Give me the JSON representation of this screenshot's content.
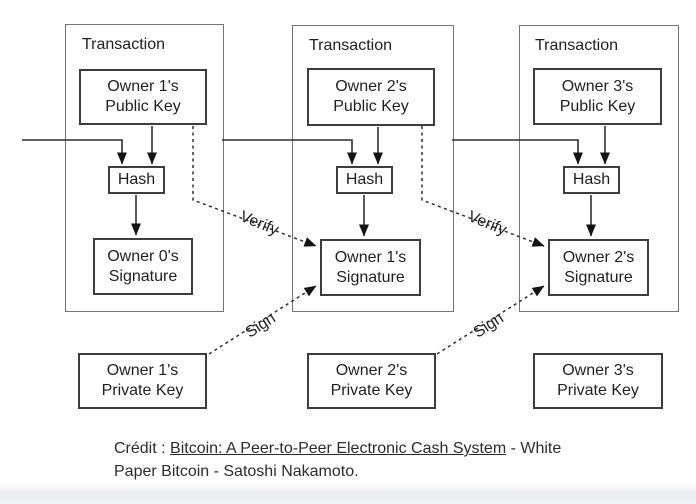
{
  "transactions": [
    {
      "label": "Transaction",
      "public_key": "Owner 1's\nPublic Key",
      "hash": "Hash",
      "signature": "Owner 0's\nSignature"
    },
    {
      "label": "Transaction",
      "public_key": "Owner 2's\nPublic Key",
      "hash": "Hash",
      "signature": "Owner 1's\nSignature"
    },
    {
      "label": "Transaction",
      "public_key": "Owner 3's\nPublic Key",
      "hash": "Hash",
      "signature": "Owner 2's\nSignature"
    }
  ],
  "private_keys": [
    "Owner 1's\nPrivate Key",
    "Owner 2's\nPrivate Key",
    "Owner 3's\nPrivate Key"
  ],
  "edge_labels": {
    "verify": "Verify",
    "sign": "Sign"
  },
  "credit": {
    "line1_prefix": "Crédit : ",
    "line1_title": "Bitcoin: A Peer-to-Peer Electronic Cash System",
    "line1_suffix": " - White",
    "line2": "Paper Bitcoin - Satoshi Nakamoto."
  },
  "colors": {
    "line": "#2f2f2f",
    "inner_border": "#3d3d3d",
    "outer_border": "#757575",
    "text": "#1f1f1f"
  }
}
